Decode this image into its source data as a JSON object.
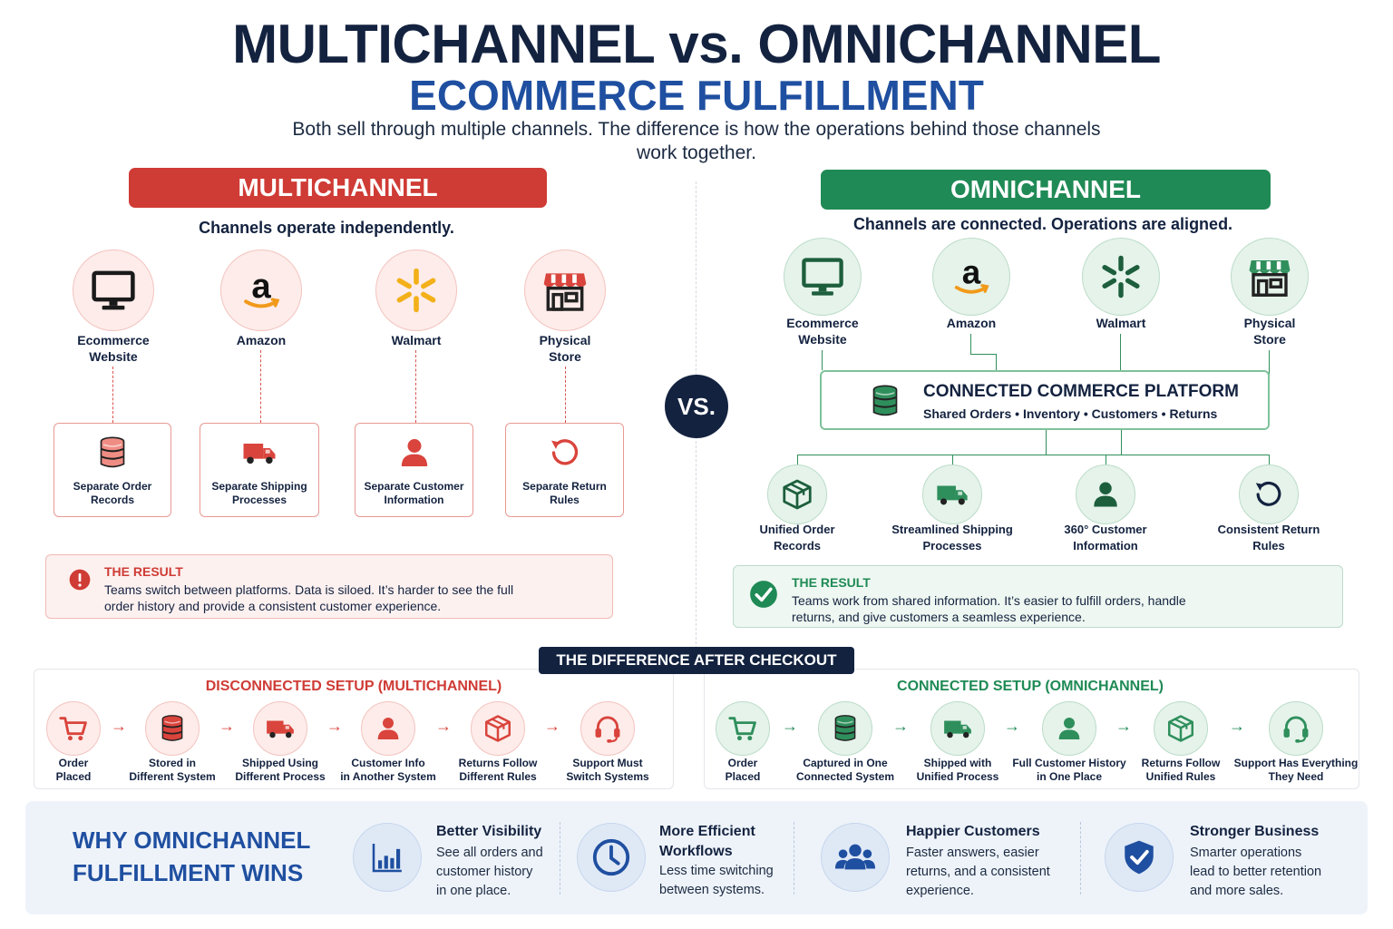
{
  "header": {
    "title": "MULTICHANNEL vs. OMNICHANNEL",
    "subtitle": "ECOMMERCE FULFILLMENT",
    "intro": "Both sell through multiple channels. The difference is how the operations behind those channels work together."
  },
  "colors": {
    "red": "#cf3b35",
    "green": "#1f8a55",
    "navy": "#13223f",
    "blue": "#1f4fa0"
  },
  "multichannel": {
    "banner": "MULTICHANNEL",
    "tagline": "Channels operate independently.",
    "channels": [
      {
        "icon": "monitor-icon",
        "label_1": "Ecommerce",
        "label_2": "Website"
      },
      {
        "icon": "amazon-icon",
        "label_1": "Amazon",
        "label_2": ""
      },
      {
        "icon": "walmart-icon",
        "label_1": "Walmart",
        "label_2": ""
      },
      {
        "icon": "store-icon",
        "label_1": "Physical",
        "label_2": "Store"
      }
    ],
    "systems": [
      {
        "icon": "database-icon",
        "label_1": "Separate Order",
        "label_2": "Records"
      },
      {
        "icon": "truck-icon",
        "label_1": "Separate Shipping",
        "label_2": "Processes"
      },
      {
        "icon": "user-icon",
        "label_1": "Separate Customer",
        "label_2": "Information"
      },
      {
        "icon": "refresh-icon",
        "label_1": "Separate Return",
        "label_2": "Rules"
      }
    ],
    "result": {
      "heading": "THE RESULT",
      "line_1": "Teams switch between platforms. Data is siloed. It’s harder to see the full",
      "line_2": "order history and provide a consistent customer experience."
    }
  },
  "vs_label": "VS.",
  "omnichannel": {
    "banner": "OMNICHANNEL",
    "tagline": "Channels are connected. Operations are aligned.",
    "channels": [
      {
        "icon": "monitor-icon",
        "label_1": "Ecommerce",
        "label_2": "Website"
      },
      {
        "icon": "amazon-icon",
        "label_1": "Amazon",
        "label_2": ""
      },
      {
        "icon": "walmart-icon",
        "label_1": "Walmart",
        "label_2": ""
      },
      {
        "icon": "store-icon",
        "label_1": "Physical",
        "label_2": "Store"
      }
    ],
    "platform": {
      "title": "CONNECTED COMMERCE PLATFORM",
      "subtitle": "Shared Orders • Inventory • Customers • Returns"
    },
    "systems": [
      {
        "icon": "box-icon",
        "label_1": "Unified Order",
        "label_2": "Records"
      },
      {
        "icon": "truck-icon",
        "label_1": "Streamlined Shipping",
        "label_2": "Processes"
      },
      {
        "icon": "user-icon",
        "label_1": "360° Customer",
        "label_2": "Information"
      },
      {
        "icon": "refresh-icon",
        "label_1": "Consistent Return",
        "label_2": "Rules"
      }
    ],
    "result": {
      "heading": "THE RESULT",
      "line_1": "Teams work from shared information. It’s easier to fulfill orders, handle",
      "line_2": "returns, and give customers a seamless experience."
    }
  },
  "difference": {
    "heading": "THE DIFFERENCE AFTER CHECKOUT",
    "disconnected": {
      "title": "DISCONNECTED SETUP (MULTICHANNEL)",
      "steps": [
        {
          "icon": "cart-icon",
          "label_1": "Order",
          "label_2": "Placed"
        },
        {
          "icon": "database-icon",
          "label_1": "Stored in",
          "label_2": "Different System"
        },
        {
          "icon": "truck-icon",
          "label_1": "Shipped Using",
          "label_2": "Different Process"
        },
        {
          "icon": "user-icon",
          "label_1": "Customer Info",
          "label_2": "in Another System"
        },
        {
          "icon": "box-icon",
          "label_1": "Returns Follow",
          "label_2": "Different Rules"
        },
        {
          "icon": "headset-icon",
          "label_1": "Support Must",
          "label_2": "Switch Systems"
        }
      ]
    },
    "connected": {
      "title": "CONNECTED SETUP (OMNICHANNEL)",
      "steps": [
        {
          "icon": "cart-icon",
          "label_1": "Order",
          "label_2": "Placed"
        },
        {
          "icon": "database-icon",
          "label_1": "Captured in One",
          "label_2": "Connected System"
        },
        {
          "icon": "truck-icon",
          "label_1": "Shipped with",
          "label_2": "Unified Process"
        },
        {
          "icon": "user-icon",
          "label_1": "Full Customer History",
          "label_2": "in One Place"
        },
        {
          "icon": "box-icon",
          "label_1": "Returns Follow",
          "label_2": "Unified Rules"
        },
        {
          "icon": "headset-icon",
          "label_1": "Support Has Everything",
          "label_2": "They Need"
        }
      ]
    }
  },
  "why": {
    "title_1": "WHY OMNICHANNEL",
    "title_2": "FULFILLMENT WINS",
    "benefits": [
      {
        "icon": "bar-chart-icon",
        "heading_1": "Better Visibility",
        "heading_2": "",
        "lines": [
          "See all orders and",
          "customer history",
          "in one place."
        ]
      },
      {
        "icon": "clock-icon",
        "heading_1": "More Efficient",
        "heading_2": "Workflows",
        "lines": [
          "Less time switching",
          "between systems.",
          ""
        ]
      },
      {
        "icon": "people-icon",
        "heading_1": "Happier Customers",
        "heading_2": "",
        "lines": [
          "Faster answers, easier",
          "returns, and a consistent",
          "experience."
        ]
      },
      {
        "icon": "shield-check-icon",
        "heading_1": "Stronger Business",
        "heading_2": "",
        "lines": [
          "Smarter operations",
          "lead to better retention",
          "and more sales."
        ]
      }
    ]
  }
}
